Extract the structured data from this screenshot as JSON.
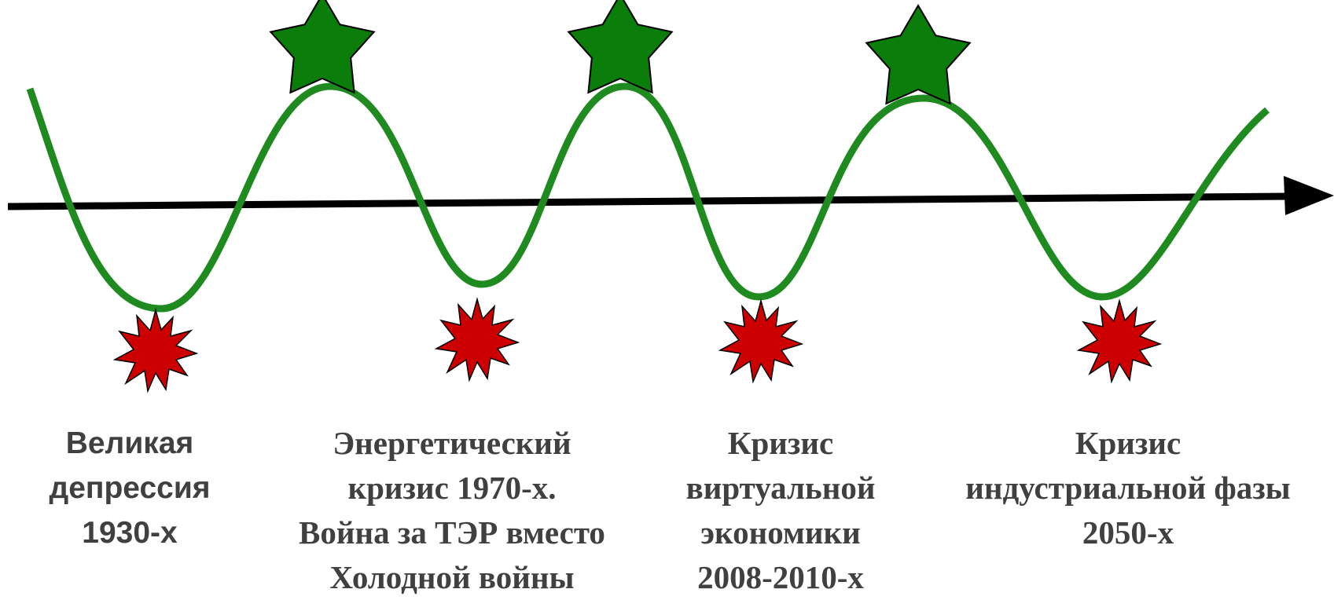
{
  "colors": {
    "wave": "#1f8a1f",
    "axis": "#000000",
    "star_fill": "#0a7d0a",
    "star_stroke": "#000000",
    "burst_fill": "#cc0000",
    "burst_stroke": "#000000",
    "label_text": "#404040"
  },
  "icons": {
    "peak_marker": "star-icon",
    "crisis_marker": "burst-icon"
  },
  "labels": [
    {
      "lines": [
        "Великая",
        "депрессия",
        "1930-х"
      ]
    },
    {
      "lines": [
        "Энергетический",
        "кризис 1970-х.",
        "Война за ТЭР вместо",
        "Холодной войны"
      ]
    },
    {
      "lines": [
        "Кризис",
        "виртуальной",
        "экономики",
        "2008-2010-х"
      ]
    },
    {
      "lines": [
        "Кризис",
        "индустриальной фазы",
        "2050-х"
      ]
    }
  ]
}
